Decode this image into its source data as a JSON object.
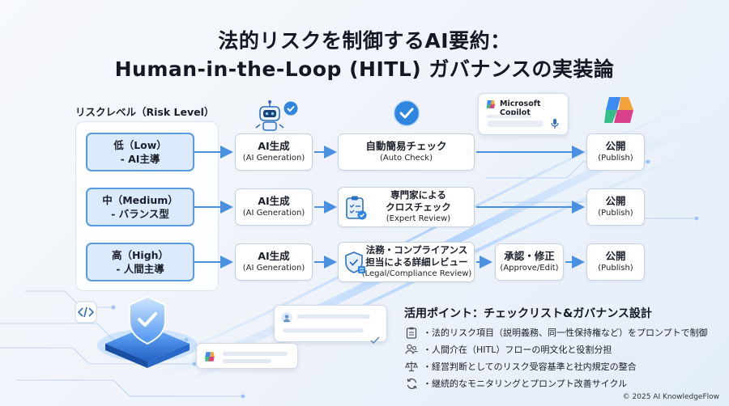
{
  "title": {
    "line1": "法的リスクを制御するAI要約：",
    "line2": "Human-in-the-Loop (HITL) ガバナンスの実装論"
  },
  "risk_heading": "リスクレベル（Risk Level）",
  "levels": [
    {
      "line1": "低（Low）",
      "line2": "- AI主導"
    },
    {
      "line1": "中（Medium）",
      "line2": "- バランス型"
    },
    {
      "line1": "高（High）",
      "line2": "- 人間主導"
    }
  ],
  "flows": {
    "low": {
      "generate": {
        "main": "AI生成",
        "sub": "(AI Generation)"
      },
      "check": {
        "main": "自動簡易チェック",
        "sub": "(Auto Check)"
      },
      "publish": {
        "main": "公開",
        "sub": "(Publish)"
      }
    },
    "medium": {
      "generate": {
        "main": "AI生成",
        "sub": "(AI Generation)"
      },
      "review": {
        "main1": "専門家による",
        "main2": "クロスチェック",
        "sub": "(Expert Review)"
      },
      "publish": {
        "main": "公開",
        "sub": "(Publish)"
      }
    },
    "high": {
      "generate": {
        "main": "AI生成",
        "sub": "(AI Generation)"
      },
      "review": {
        "main1": "法務・コンプライアンス",
        "main2": "担当による詳細レビュー",
        "sub": "(Legal/Compliance Review)"
      },
      "approve": {
        "main": "承認・修正",
        "sub": "(Approve/Edit)"
      },
      "publish": {
        "main": "公開",
        "sub": "(Publish)"
      }
    }
  },
  "copilot_label": "Microsoft Copilot",
  "tips": {
    "title": "活用ポイント：チェックリスト&ガバナンス設計",
    "items": [
      {
        "icon": "clipboard-icon",
        "text": "・法的リスク項目（説明義務、同一性保持権など）をプロンプトで制御"
      },
      {
        "icon": "people-icon",
        "text": "・人間介在（HITL）フローの明文化と役割分担"
      },
      {
        "icon": "scale-icon",
        "text": "・経営判断としてのリスク受容基準と社内規定の整合"
      },
      {
        "icon": "cycle-icon",
        "text": "・継続的なモニタリングとプロンプト改善サイクル"
      }
    ]
  },
  "footer": "© 2025 AI KnowledgeFlow",
  "colors": {
    "level_fill": "#dcebfb",
    "level_border": "#5b9ae0",
    "arrow": "#4a90e2",
    "check_badge": "#2f86e0"
  }
}
